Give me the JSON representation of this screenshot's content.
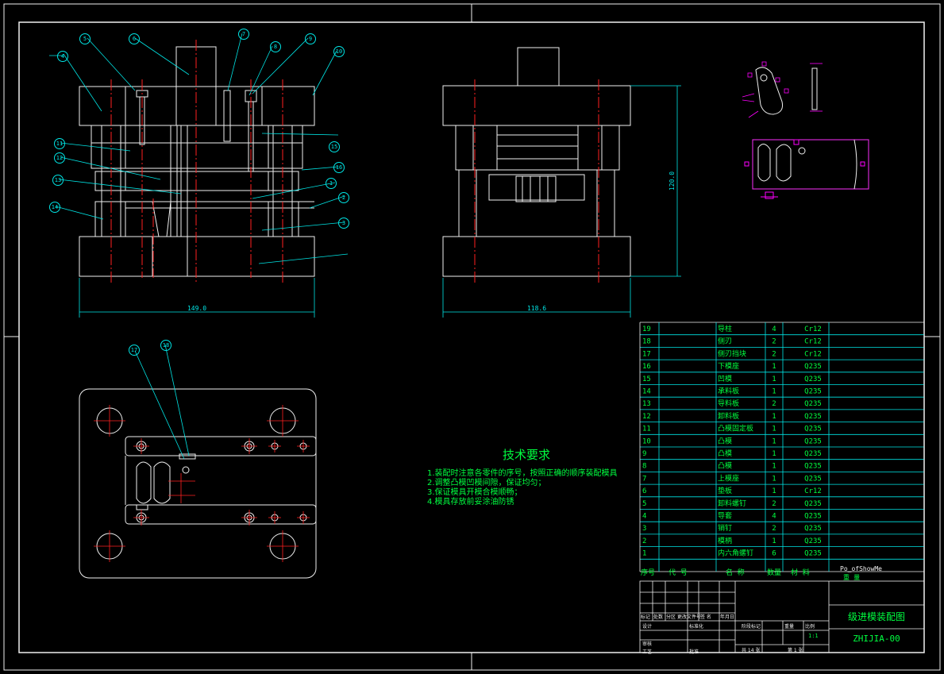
{
  "drawing": {
    "title_block": {
      "drawing_name": "级进模装配图",
      "drawing_number": "ZHIJIA-00",
      "material_blank": "Po_ofShowMe",
      "header_labels": {
        "seq": "序号",
        "code": "代  号",
        "name": "名  称",
        "qty": "数量",
        "material": "材  料",
        "weight": "重  量"
      },
      "sub_labels": [
        "标记",
        "处数",
        "分区",
        "更改文件号",
        "签  名",
        "年月日",
        "设计",
        "标准化",
        "审核",
        "工艺",
        "批准",
        "阶段标记",
        "重量",
        "比例",
        "共  14 张",
        "第  1  张"
      ],
      "scale_value": "1:1"
    },
    "dimensions": {
      "front_width": "149.0",
      "side_width": "118.6",
      "side_height": "120.0"
    },
    "callouts": {
      "front_left": [
        "4",
        "5",
        "6",
        "7",
        "8",
        "9",
        "10",
        "11",
        "12",
        "13",
        "14",
        "15",
        "16",
        "1",
        "2",
        "3"
      ],
      "plan_view": [
        "17",
        "18"
      ]
    },
    "tech_requirements": {
      "heading": "技术要求",
      "items": [
        "1.装配时注意各零件的序号，按照正确的顺序装配模具",
        "2.调整凸模凹模间隙，保证均匀；",
        "3.保证模具开模合模顺畅；",
        "4.模具存放前妥涂油防锈"
      ]
    },
    "bom": [
      {
        "no": "19",
        "name": "导柱",
        "qty": "4",
        "material": "Cr12"
      },
      {
        "no": "18",
        "name": "侧刃",
        "qty": "2",
        "material": "Cr12"
      },
      {
        "no": "17",
        "name": "侧刃挡块",
        "qty": "2",
        "material": "Cr12"
      },
      {
        "no": "16",
        "name": "下模座",
        "qty": "1",
        "material": "Q235"
      },
      {
        "no": "15",
        "name": "凹模",
        "qty": "1",
        "material": "Q235"
      },
      {
        "no": "14",
        "name": "承料板",
        "qty": "1",
        "material": "Q235"
      },
      {
        "no": "13",
        "name": "导料板",
        "qty": "2",
        "material": "Q235"
      },
      {
        "no": "12",
        "name": "卸料板",
        "qty": "1",
        "material": "Q235"
      },
      {
        "no": "11",
        "name": "凸模固定板",
        "qty": "1",
        "material": "Q235"
      },
      {
        "no": "10",
        "name": "凸模",
        "qty": "1",
        "material": "Q235"
      },
      {
        "no": "9",
        "name": "凸模",
        "qty": "1",
        "material": "Q235"
      },
      {
        "no": "8",
        "name": "凸模",
        "qty": "1",
        "material": "Q235"
      },
      {
        "no": "7",
        "name": "上模座",
        "qty": "1",
        "material": "Q235"
      },
      {
        "no": "6",
        "name": "垫板",
        "qty": "1",
        "material": "Cr12"
      },
      {
        "no": "5",
        "name": "卸料螺钉",
        "qty": "2",
        "material": "Q235"
      },
      {
        "no": "4",
        "name": "导套",
        "qty": "4",
        "material": "Q235"
      },
      {
        "no": "3",
        "name": "销钉",
        "qty": "2",
        "material": "Q235"
      },
      {
        "no": "2",
        "name": "模柄",
        "qty": "1",
        "material": "Q235"
      },
      {
        "no": "1",
        "name": "内六角螺钉",
        "qty": "6",
        "material": "Q235"
      }
    ],
    "colors": {
      "border": "#00e5e5",
      "outline": "#f0f0f0",
      "centerline": "#ff2020",
      "text": "#00ff40",
      "detail": "#ff00ff"
    }
  }
}
